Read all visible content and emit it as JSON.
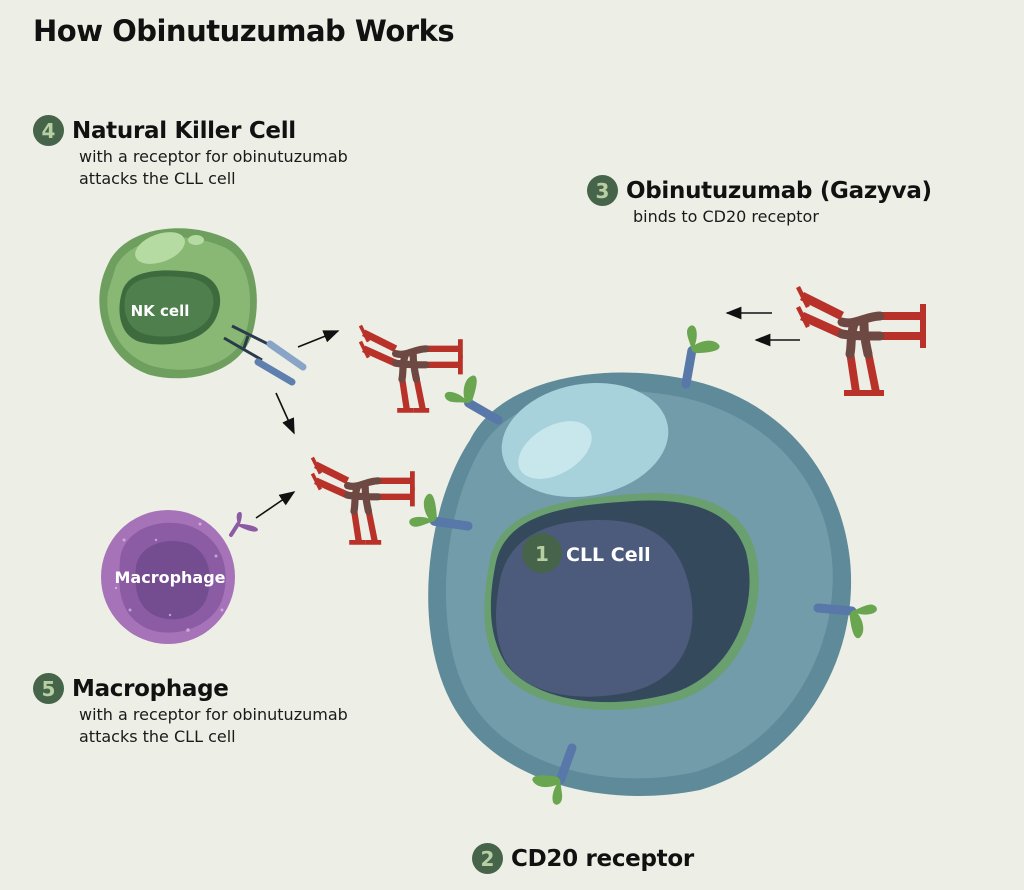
{
  "title": "How Obinutuzumab Works",
  "steps": [
    {
      "number": "1",
      "label": "CLL Cell",
      "description": ""
    },
    {
      "number": "2",
      "label": "CD20 receptor",
      "description": ""
    },
    {
      "number": "3",
      "label": "Obinutuzumab (Gazyva)",
      "description": "binds to CD20 receptor"
    },
    {
      "number": "4",
      "label": "Natural Killer Cell",
      "description_lines": [
        "with a receptor for obinutuzumab",
        "attacks the CLL cell"
      ]
    },
    {
      "number": "5",
      "label": "Macrophage",
      "description_lines": [
        "with a receptor for obinutuzumab",
        "attacks the CLL cell"
      ]
    }
  ],
  "cells": {
    "nk_label": "NK cell",
    "macrophage_label": "Macrophage"
  },
  "colors": {
    "background": "#edefe6",
    "badge": "#466449",
    "badge_text": "#b8cfa4",
    "cll_cell": "#6e97a6",
    "cll_nucleus": "#4c5a7c",
    "nk_cell": "#82b070",
    "macrophage": "#a673b8",
    "antibody": "#b8322a",
    "receptor_green": "#6aa64f",
    "receptor_stem": "#5778a8"
  }
}
